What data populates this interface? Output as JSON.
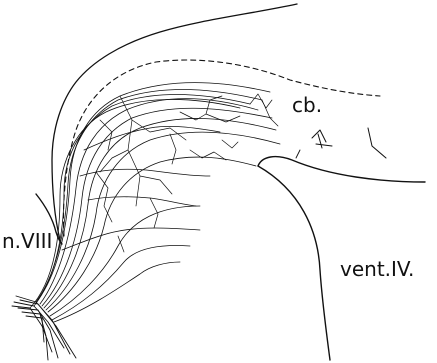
{
  "labels": {
    "cerebellum": "cb.",
    "nerve": "n.VIII",
    "ventricle": "vent.IV."
  },
  "colors": {
    "ink": "#111111",
    "background": "#ffffff"
  }
}
